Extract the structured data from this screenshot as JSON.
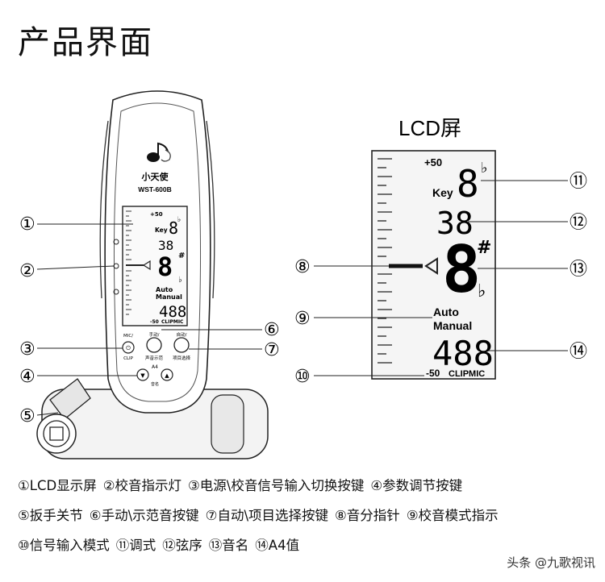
{
  "page": {
    "heading": "产品界面"
  },
  "device": {
    "brand": "小天使",
    "model": "WST-600B",
    "screen": {
      "plus50": "+50",
      "key": "Key",
      "mode1": "Auto",
      "mode2": "Manual",
      "a4": "488",
      "minus50": "-50",
      "clip": "CLIPMIC"
    },
    "buttons": {
      "power_top": "MIC/",
      "power_bottom": "CLIP",
      "manual_top": "手动/",
      "manual_bottom": "声音示范",
      "auto_top": "自动/",
      "auto_bottom": "项目选择",
      "a4_label": "A4",
      "a4_sub": "音名"
    }
  },
  "lcd": {
    "title": "LCD屏",
    "plus50": "+50",
    "key": "Key",
    "key_note": "8",
    "string_order": "38",
    "main_note": "8",
    "mode1": "Auto",
    "mode2": "Manual",
    "a4": "488",
    "minus50": "-50",
    "clip": "CLIPMIC"
  },
  "markers": [
    "①",
    "②",
    "③",
    "④",
    "⑤",
    "⑥",
    "⑦",
    "⑧",
    "⑨",
    "⑩",
    "⑪",
    "⑫",
    "⑬",
    "⑭"
  ],
  "legend": [
    [
      "①LCD显示屏",
      "②校音指示灯",
      "③电源\\校音信号输入切换按键",
      "④参数调节按键"
    ],
    [
      "⑤扳手关节",
      "⑥手动\\示范音按键",
      "⑦自动\\项目选择按键",
      "⑧音分指针",
      "⑨校音模式指示"
    ],
    [
      "⑩信号输入模式",
      "⑪调式",
      "⑫弦序",
      "⑬音名",
      "⑭A4值"
    ]
  ],
  "watermark": "头条 @九歌视讯"
}
